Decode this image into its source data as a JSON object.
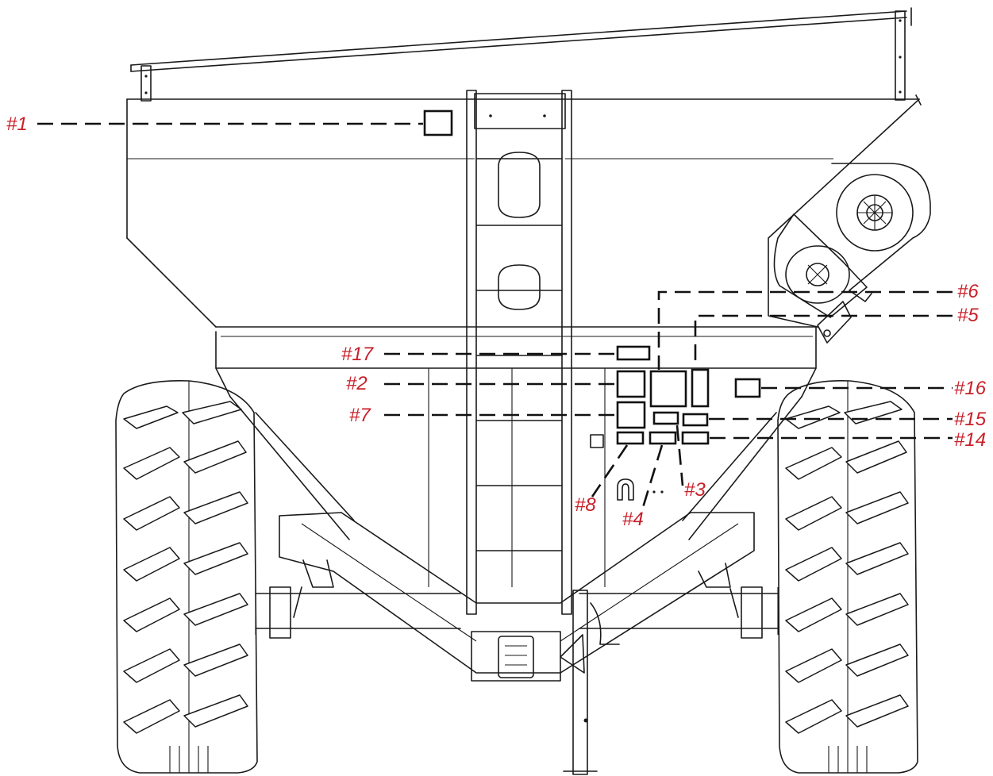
{
  "labels": {
    "l1": "#1",
    "l2": "#2",
    "l3": "#3",
    "l4": "#4",
    "l5": "#5",
    "l6": "#6",
    "l7": "#7",
    "l8": "#8",
    "l14": "#14",
    "l15": "#15",
    "l16": "#16",
    "l17": "#17"
  },
  "colors": {
    "label": "#c8202a",
    "line": "#1a1a1a",
    "background": "#ffffff"
  }
}
